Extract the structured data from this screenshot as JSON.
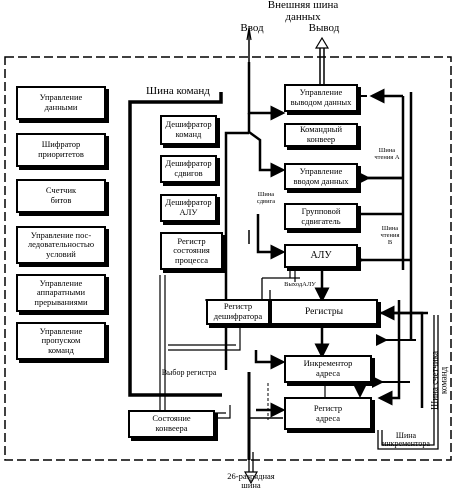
{
  "top": {
    "external_bus": "Внешняя шина\nданных",
    "input": "Ввод",
    "output": "Вывод"
  },
  "left_blocks": [
    "Управление\nданными",
    "Шифратор\nприоритетов",
    "Счетчик\nбитов",
    "Управление пос-\nледовательностью\nусловий",
    "Управление\nаппаратными\nпрерываниями",
    "Управление\nпропуском\nкоманд"
  ],
  "command_bus": {
    "title": "Шина команд",
    "blocks": [
      "Дешифратор\nкоманд",
      "Дешифратор\nсдвигов",
      "Дешифратор\nАЛУ",
      "Регистр\nсостояния\nпроцесса"
    ]
  },
  "pipeline_state": "Состояние\nконвеера",
  "right_blocks": {
    "output_ctrl": "Управление\nвыводом данных",
    "cmd_pipeline": "Командный\nконвеер",
    "input_ctrl": "Управление\nвводом данных",
    "group_shifter": "Групповой\nсдвигатель",
    "alu": "АЛУ",
    "reg_decoder": "Регистр\nдешифратора",
    "registers": "Регистры",
    "incrementer": "Инкрементор\nадреса",
    "address_reg": "Регистр\nадреса"
  },
  "labels": {
    "bus_a": "Шина\nчтения А",
    "shift_bus": "Шина\nсдвига",
    "bus_b": "Шина\nчтения\nВ",
    "alu_out": "ВыходАЛУ",
    "reg_select": "Выбор регистра",
    "pc_bus": "Шина счетчика\nкоманд",
    "inc_bus": "Шина\nинкрементора",
    "address_bus": "26-разрядная\nшина"
  }
}
